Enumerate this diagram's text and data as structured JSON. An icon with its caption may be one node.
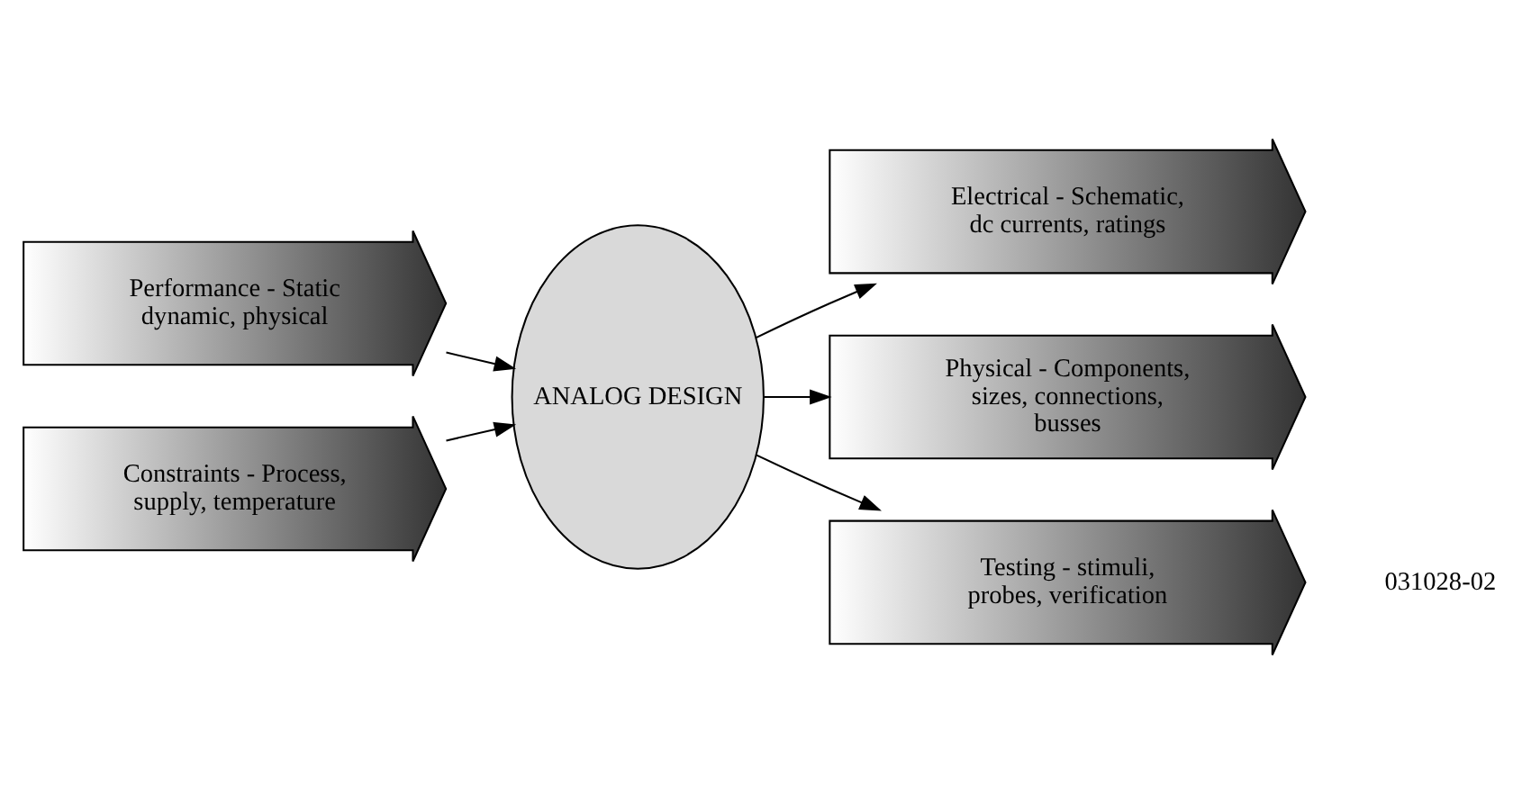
{
  "diagram": {
    "nodes": [
      {
        "text": [
          "Performance - Static dynamic, physical"
        ]
      },
      {
        "text": [
          "Constraints - Process, supply, temperature"
        ]
      },
      {
        "text": [
          "ANALOG DESIGN"
        ]
      },
      {
        "text": [
          "Electrical - Schematic, dc currents, ratings"
        ]
      },
      {
        "text": [
          "Physical - Components, sizes, connections, busses"
        ]
      },
      {
        "text": [
          "Testing - stimuli, probes, verification"
        ]
      }
    ],
    "edges": [
      {
        "from": 0,
        "to": 2,
        "arrow": "to"
      },
      {
        "from": 1,
        "to": 2,
        "arrow": "to"
      },
      {
        "from": 2,
        "to": 3,
        "arrow": "to"
      },
      {
        "from": 2,
        "to": 4,
        "arrow": "to"
      },
      {
        "from": 2,
        "to": 5,
        "arrow": "to"
      }
    ],
    "labels": [
      "031028-02"
    ]
  }
}
